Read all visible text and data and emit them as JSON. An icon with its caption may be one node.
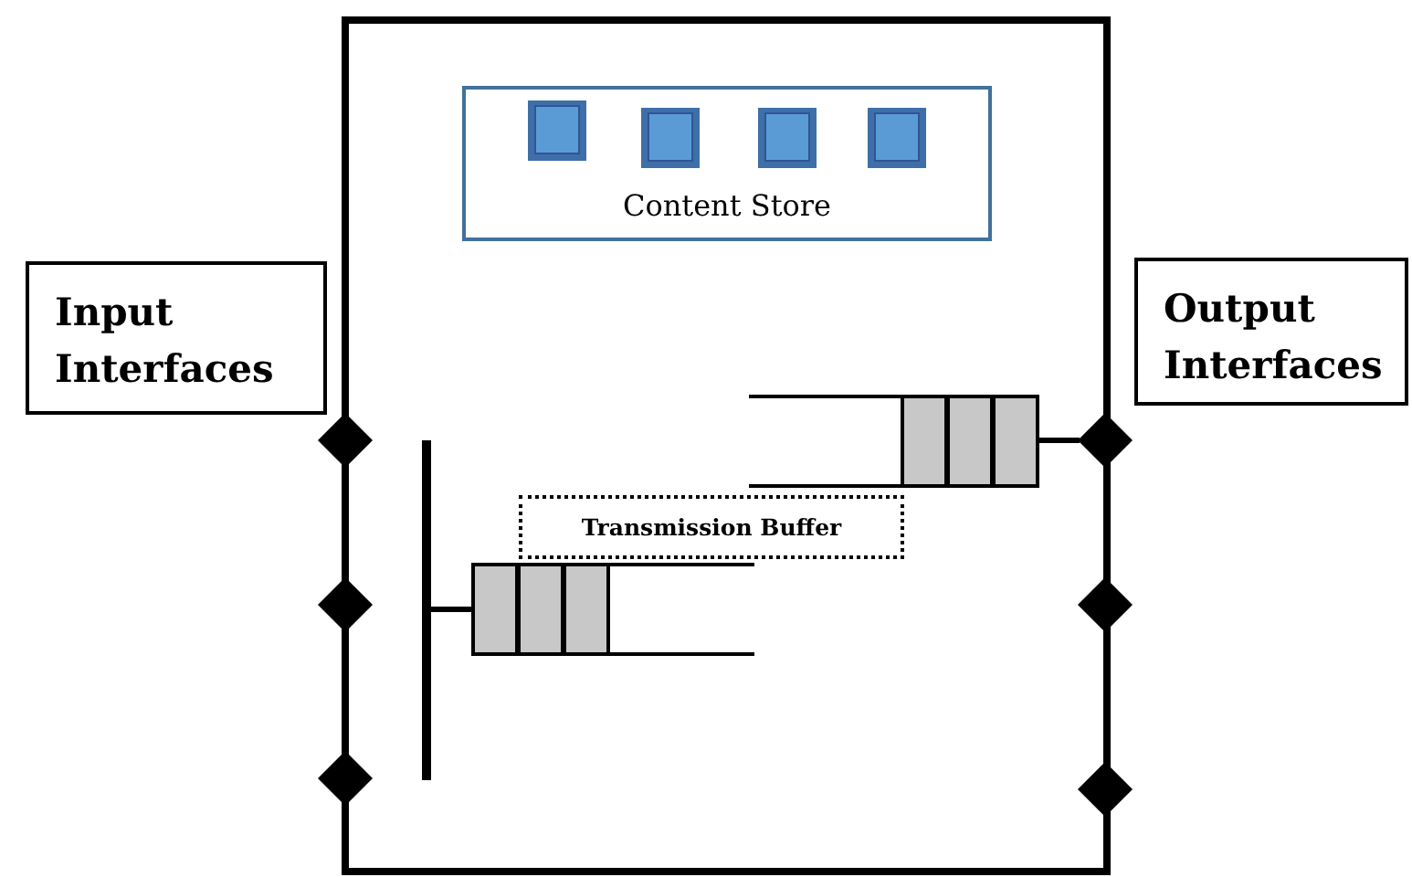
{
  "diagram": {
    "nodes": [
      {
        "text": [],
        "shape": "box"
      },
      {
        "text": [
          "Content Store"
        ],
        "in": 0
      },
      {
        "text": [
          "Input Interfaces"
        ]
      },
      {
        "text": [
          "Output Interfaces"
        ]
      },
      {
        "text": [],
        "shape": "diamond"
      },
      {
        "text": [],
        "shape": "diamond"
      },
      {
        "text": [],
        "shape": "diamond"
      },
      {
        "text": [],
        "shape": "diamond"
      },
      {
        "text": [],
        "shape": "diamond"
      },
      {
        "text": [],
        "shape": "diamond"
      },
      {
        "text": [],
        "shape": "bar",
        "in": 0
      },
      {
        "text": [],
        "shape": "queue",
        "in": 0
      },
      {
        "text": [],
        "shape": "queue",
        "in": 0
      },
      {
        "text": [
          "Transmission Buffer"
        ],
        "in": 0
      }
    ],
    "edges": [
      {
        "from": 10,
        "to": 11,
        "arrow": "none"
      },
      {
        "from": 12,
        "to": 7,
        "arrow": "none"
      }
    ]
  }
}
